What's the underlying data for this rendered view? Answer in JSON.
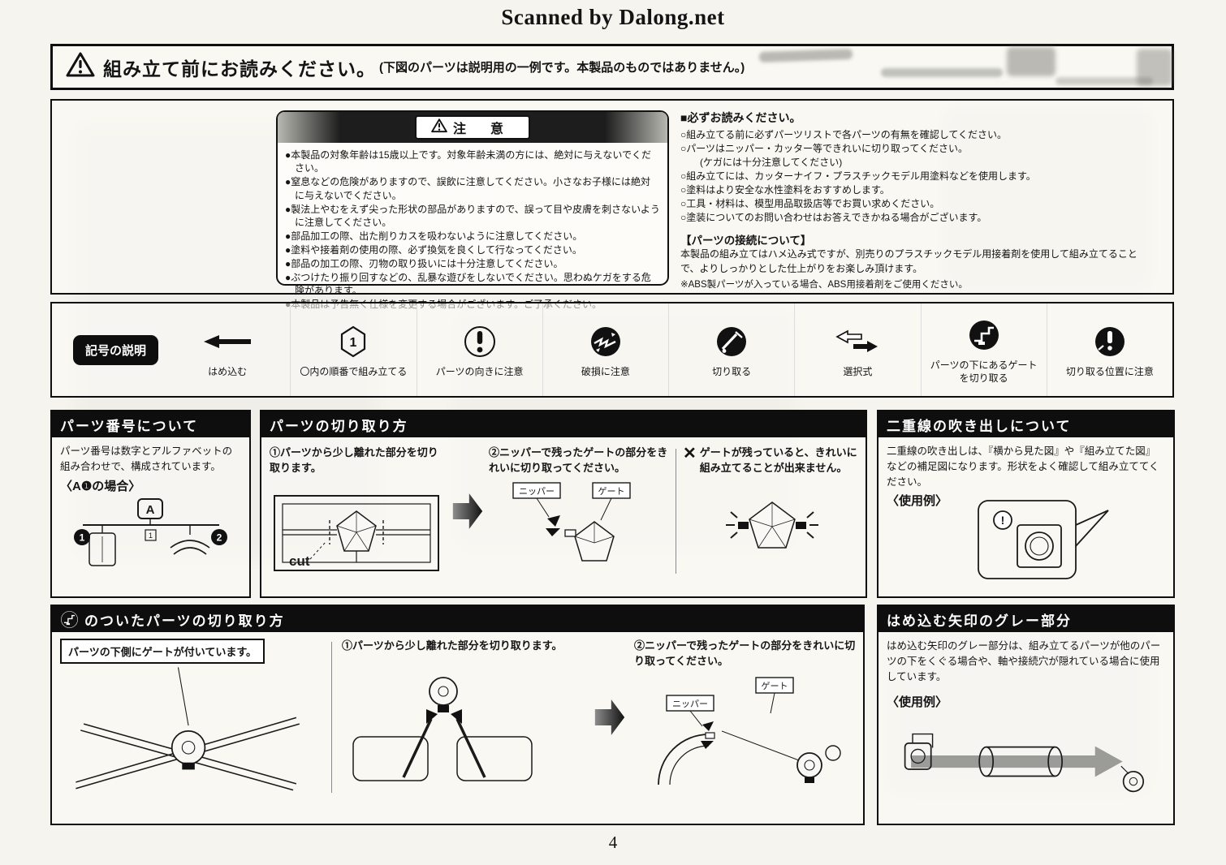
{
  "scan_header": "Scanned by Dalong.net",
  "page_number": "4",
  "colors": {
    "panel_header": "#0e0e0e",
    "page_bg": "#f6f4ee",
    "gray_arrow": "#9b9b97"
  },
  "read_first": {
    "title": "組み立て前にお読みください。",
    "subtitle": "(下図のパーツは説明用の一例です。本製品のものではありません。)"
  },
  "caution_box": {
    "title": "注　意",
    "items": [
      "●本製品の対象年齢は15歳以上です。対象年齢未満の方には、絶対に与えないでください。",
      "●窒息などの危険がありますので、誤飲に注意してください。小さなお子様には絶対に与えないでください。",
      "●製法上やむをえず尖った形状の部品がありますので、誤って目や皮膚を刺さないように注意してください。",
      "●部品加工の際、出た削りカスを吸わないように注意してください。",
      "●塗料や接着剤の使用の際、必ず換気を良くして行なってください。",
      "●部品の加工の際、刃物の取り扱いには十分注意してください。",
      "●ぶつけたり振り回すなどの、乱暴な遊びをしないでください。思わぬケガをする危険があります。",
      "●本製品は予告無く仕様を変更する場合がございます。ご了承ください。"
    ]
  },
  "must_read": {
    "title": "■必ずお読みください。",
    "items": [
      "○組み立てる前に必ずパーツリストで各パーツの有無を確認してください。",
      "○パーツはニッパー・カッター等できれいに切り取ってください。",
      "(ケガには十分注意してください)",
      "○組み立てには、カッターナイフ・プラスチックモデル用塗料などを使用します。",
      "○塗料はより安全な水性塗料をおすすめします。",
      "○工具・材料は、模型用品取扱店等でお買い求めください。",
      "○塗装についてのお問い合わせはお答えできかねる場合がございます。"
    ]
  },
  "parts_connection": {
    "title": "【パーツの接続について】",
    "body": "本製品の組み立てはハメ込み式ですが、別売りのプラスチックモデル用接着剤を使用して組み立てることで、よりしっかりとした仕上がりをお楽しみ頂けます。",
    "note": "※ABS製パーツが入っている場合、ABS用接着剤をご使用ください。"
  },
  "symbols": {
    "label": "記号の説明",
    "items": [
      {
        "label": "はめ込む"
      },
      {
        "label": "〇内の順番で組み立てる",
        "number": "1"
      },
      {
        "label": "パーツの向きに注意"
      },
      {
        "label": "破損に注意"
      },
      {
        "label": "切り取る"
      },
      {
        "label": "選択式"
      },
      {
        "label": "パーツの下にあるゲートを切り取る"
      },
      {
        "label": "切り取る位置に注意"
      }
    ]
  },
  "labels": {
    "nipper": "ニッパー",
    "gate": "ゲート"
  },
  "panel_part_numbers": {
    "title": "パーツ番号について",
    "body": "パーツ番号は数字とアルファベットの組み合わせで、構成されています。",
    "example_label": "〈A❶の場合〉",
    "diagram": {
      "tag": "A",
      "n1": "1",
      "n2": "2",
      "small": "1"
    }
  },
  "panel_cutting": {
    "title": "パーツの切り取り方",
    "step1": "①パーツから少し離れた部分を切り取ります。",
    "step2": "②ニッパーで残ったゲートの部分をきれいに切り取ってください。",
    "cut_label": "cut",
    "bad_mark": "✕",
    "bad_note": "ゲートが残っていると、きれいに組み立てることが出来ません。"
  },
  "panel_double_line": {
    "title": "二重線の吹き出しについて",
    "body": "二重線の吹き出しは、『横から見た図』や『組み立てた図』などの補足図になります。形状をよく確認して組み立ててください。",
    "usage_label": "〈使用例〉",
    "bubble_mark": "!"
  },
  "panel_gate_under": {
    "title_suffix": "のついたパーツの切り取り方",
    "callout": "パーツの下側にゲートが付いています。",
    "step1": "①パーツから少し離れた部分を切り取ります。",
    "step2": "②ニッパーで残ったゲートの部分をきれいに切り取ってください。"
  },
  "panel_gray_arrow": {
    "title": "はめ込む矢印のグレー部分",
    "body": "はめ込む矢印のグレー部分は、組み立てるパーツが他のパーツの下をくぐる場合や、軸や接続穴が隠れている場合に使用しています。",
    "usage_label": "〈使用例〉"
  }
}
